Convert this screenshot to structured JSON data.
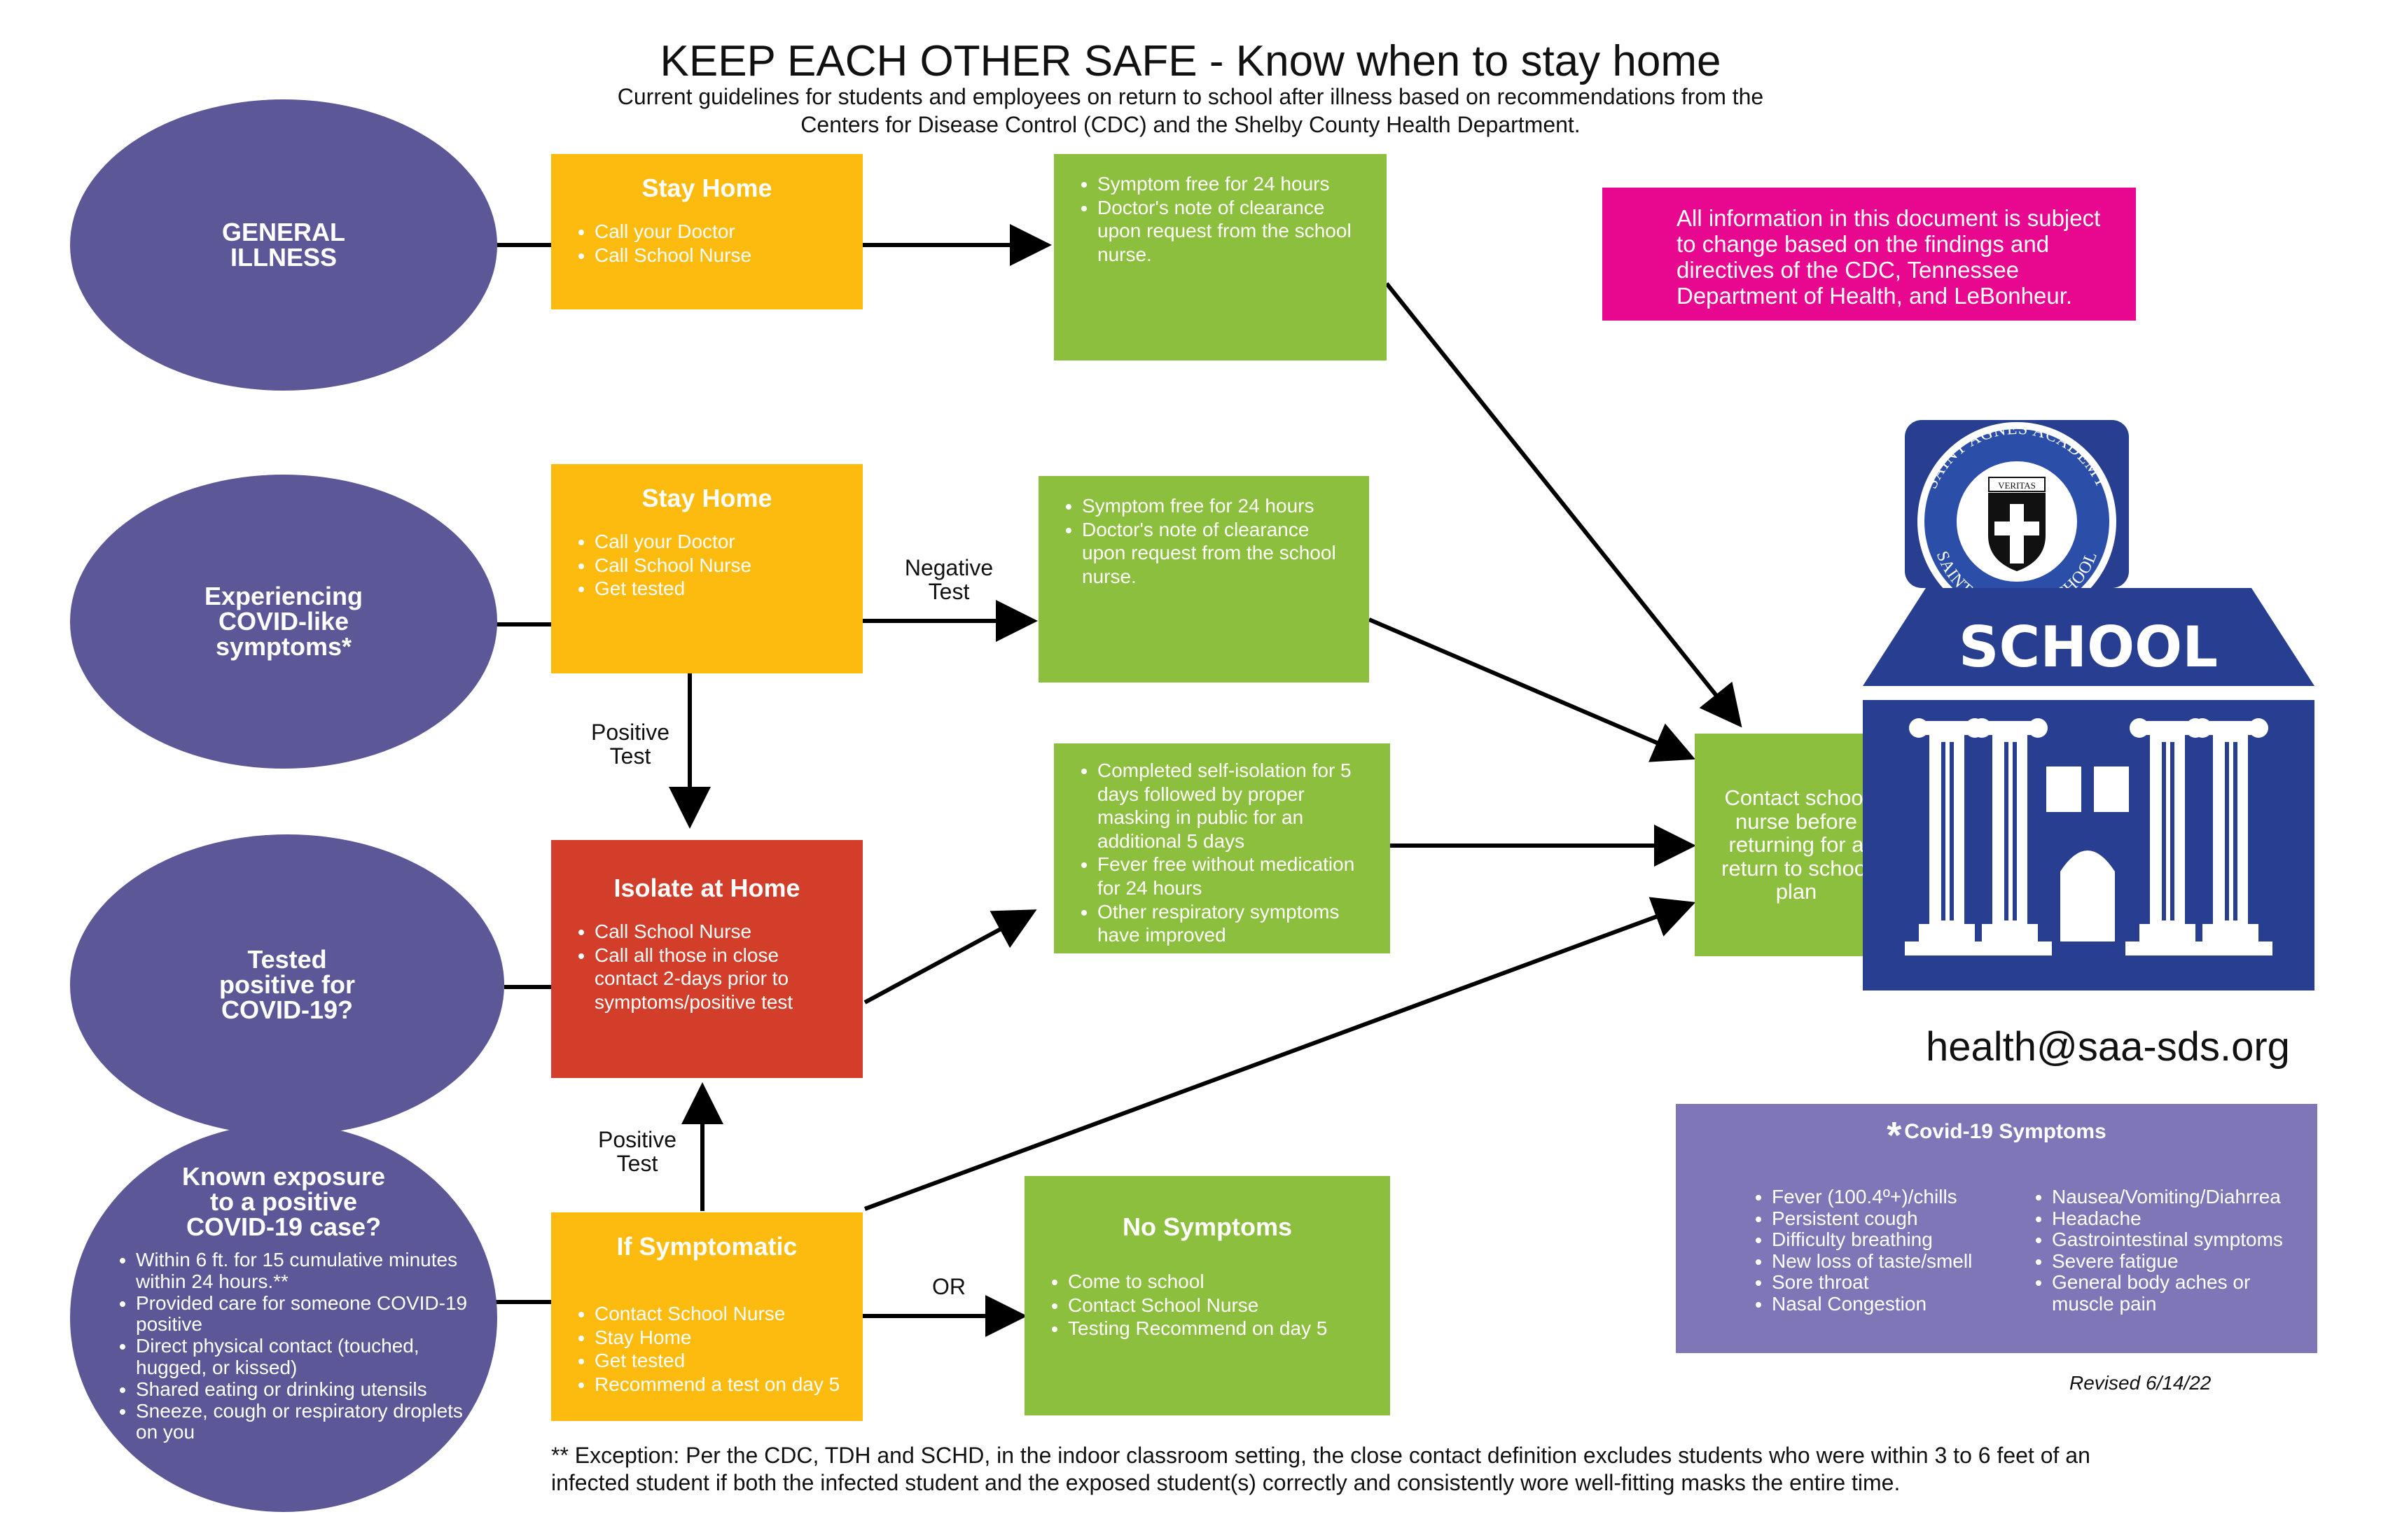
{
  "header": {
    "title": "KEEP EACH OTHER SAFE - Know when to stay home",
    "subtitle_line1": "Current guidelines for students and employees on return to school after illness based on recommendations from the",
    "subtitle_line2": "Centers for Disease Control (CDC) and the Shelby County Health Department."
  },
  "ovals": {
    "general": {
      "line1": "GENERAL",
      "line2": "ILLNESS"
    },
    "covid_like": {
      "line1": "Experiencing",
      "line2": "COVID-like",
      "line3": "symptoms*"
    },
    "tested_positive": {
      "line1": "Tested",
      "line2": "positive for",
      "line3": "COVID-19?"
    },
    "exposure": {
      "line1": "Known exposure",
      "line2": "to a positive",
      "line3": "COVID-19 case?",
      "items": [
        "Within 6 ft. for 15 cumulative minutes within 24 hours.**",
        "Provided care for someone COVID-19 positive",
        "Direct physical contact (touched, hugged, or kissed)",
        "Shared eating or drinking utensils",
        "Sneeze, cough or respiratory droplets on you"
      ]
    }
  },
  "boxes": {
    "stay_home_1": {
      "title": "Stay Home",
      "items": [
        "Call your Doctor",
        "Call School Nurse"
      ]
    },
    "stay_home_2": {
      "title": "Stay Home",
      "items": [
        "Call your Doctor",
        "Call School Nurse",
        "Get tested"
      ]
    },
    "isolate": {
      "title": "Isolate at Home",
      "items": [
        "Call School Nurse",
        "Call all those in close contact 2-days prior to symptoms/positive test"
      ]
    },
    "if_symptomatic": {
      "title": "If Symptomatic",
      "items": [
        "Contact School Nurse",
        "Stay Home",
        "Get tested",
        "Recommend a test on day 5"
      ]
    },
    "green_1": {
      "items": [
        "Symptom free for 24 hours",
        "Doctor's note of clearance upon request from the school nurse."
      ]
    },
    "green_2": {
      "items": [
        "Symptom free for 24 hours",
        "Doctor's note of clearance upon request from the school nurse."
      ]
    },
    "green_3": {
      "items": [
        "Completed self-isolation for 5 days followed by proper masking in public for an additional 5 days",
        "Fever free without medication for 24 hours",
        "Other respiratory symptoms have improved"
      ]
    },
    "no_symptoms": {
      "title": "No Symptoms",
      "items": [
        "Come to school",
        "Contact School Nurse",
        "Testing Recommend on day 5"
      ]
    }
  },
  "edge_labels": {
    "negative_test_1": "Negative",
    "negative_test_2": "Test",
    "positive_test_a1": "Positive",
    "positive_test_a2": "Test",
    "positive_test_b1": "Positive",
    "positive_test_b2": "Test",
    "or": "OR"
  },
  "notice": "All information in this document is subject to change based on the findings and directives of the CDC, Tennessee Department of Health, and LeBonheur.",
  "contact_nurse": "Contact school nurse before returning for a return to school plan",
  "school": {
    "label": "SCHOOL",
    "logo_text_top": "SAINT AGNES ACADEMY",
    "logo_text_bottom": "SAINT DOMINIC SCHOOL",
    "logo_banner": "VERITAS"
  },
  "email": "health@saa-sds.org",
  "symptoms": {
    "star": "*",
    "title": "Covid-19 Symptoms",
    "col1": [
      "Fever (100.4º+)/chills",
      "Persistent cough",
      "Difficulty breathing",
      "New loss of taste/smell",
      "Sore throat",
      "Nasal Congestion"
    ],
    "col2": [
      "Nausea/Vomiting/Diahrrea",
      "Headache",
      "Gastrointestinal symptoms",
      "Severe fatigue",
      "General body aches or muscle pain"
    ]
  },
  "revised": "Revised 6/14/22",
  "footnote": "** Exception: Per the CDC, TDH and SCHD, in the indoor classroom setting, the close contact definition excludes students who were within 3 to 6 feet of an infected student if both the infected student and the exposed student(s) correctly and consistently wore well-fitting masks the entire time.",
  "colors": {
    "oval": "#5c5796",
    "yellow": "#fdbb10",
    "red": "#d23e29",
    "green": "#8dbf3e",
    "magenta": "#e8088f",
    "lavender": "#7f76b8",
    "school_blue": "#283e90"
  }
}
